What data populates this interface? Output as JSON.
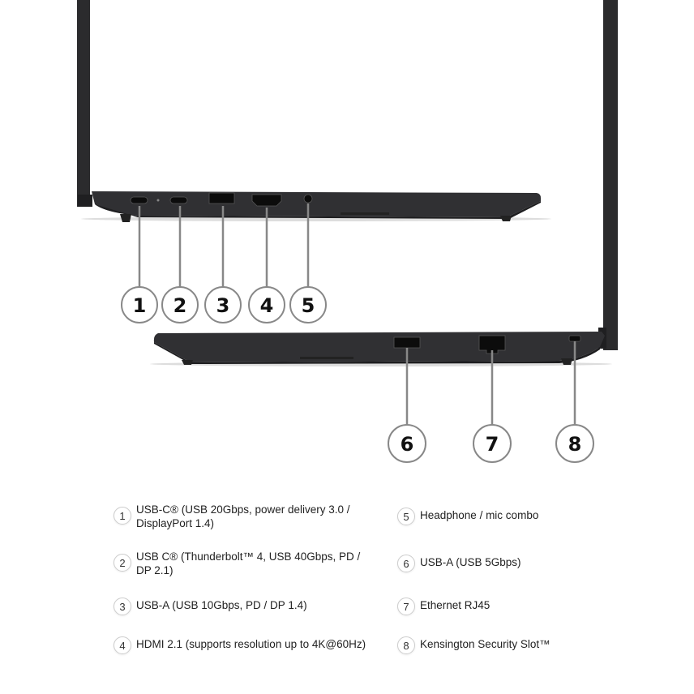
{
  "callouts": {
    "left_side": [
      "1",
      "2",
      "3",
      "4",
      "5"
    ],
    "right_side": [
      "6",
      "7",
      "8"
    ]
  },
  "legend": [
    {
      "num": "1",
      "text": "USB-C® (USB 20Gbps, power delivery 3.0 / DisplayPort 1.4)"
    },
    {
      "num": "2",
      "text": "USB C® (Thunderbolt™ 4, USB 40Gbps, PD / DP 2.1)"
    },
    {
      "num": "3",
      "text": "USB-A (USB 10Gbps, PD / DP 1.4)"
    },
    {
      "num": "4",
      "text": "HDMI 2.1 (supports resolution up to 4K@60Hz)"
    },
    {
      "num": "5",
      "text": "Headphone / mic combo"
    },
    {
      "num": "6",
      "text": "USB-A (USB 5Gbps)"
    },
    {
      "num": "7",
      "text": "Ethernet RJ45"
    },
    {
      "num": "8",
      "text": "Kensington Security Slot™"
    }
  ],
  "colors": {
    "chassis": "#2a2a2c",
    "callout_line": "#888888"
  }
}
